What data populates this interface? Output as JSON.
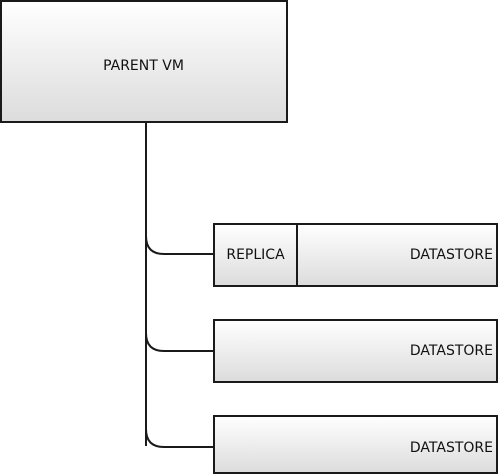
{
  "parent": {
    "label": "PARENT VM"
  },
  "datastores": [
    {
      "label": "DATASTORE",
      "replica_label": "REPLICA"
    },
    {
      "label": "DATASTORE"
    },
    {
      "label": "DATASTORE"
    }
  ],
  "colors": {
    "line": "#1a1a1a",
    "box_fill_top": "#ffffff",
    "box_fill_bottom": "#dcdcdc",
    "text": "#111111"
  }
}
